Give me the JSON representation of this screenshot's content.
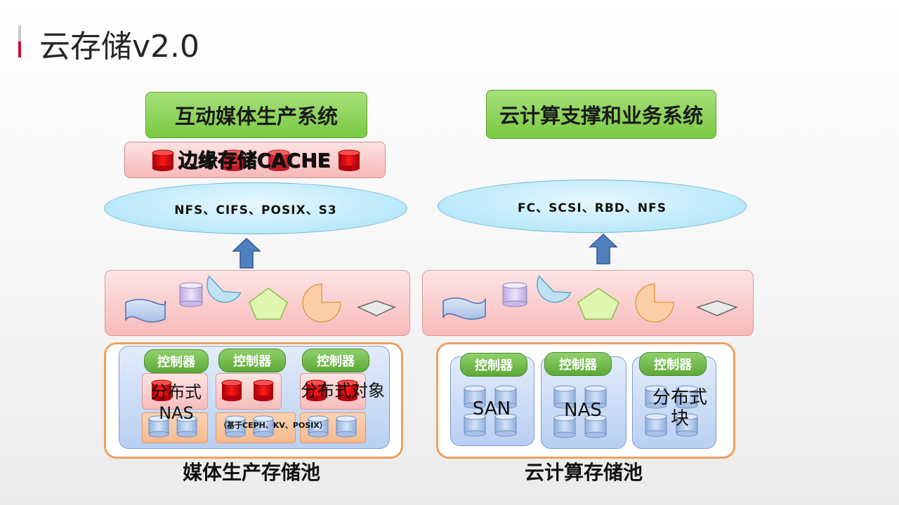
{
  "title": "云存储v2.0",
  "left": {
    "system": "互动媒体生产系统",
    "cache": "边缘存储CACHE",
    "protocols": "NFS、CIFS、POSIX、S3",
    "pool_label": "媒体生产存储池",
    "controllers": [
      "控制器",
      "控制器",
      "控制器"
    ],
    "nas_label": "分布式\nNAS",
    "object_label": "分布式对象",
    "object_note": "（基于CEPH、KV、POSIX）"
  },
  "right": {
    "system": "云计算支撑和业务系统",
    "protocols": "FC、SCSI、RBD、NFS",
    "pool_label": "云计算存储池",
    "controllers": [
      "控制器",
      "控制器",
      "控制器"
    ],
    "units": [
      "SAN",
      "NAS",
      "分布式\n块"
    ]
  },
  "colors": {
    "accent_red": "#c8102e",
    "green": "#7ac943",
    "arrow_blue": "#4f81bd",
    "orange": "#f0a060"
  }
}
